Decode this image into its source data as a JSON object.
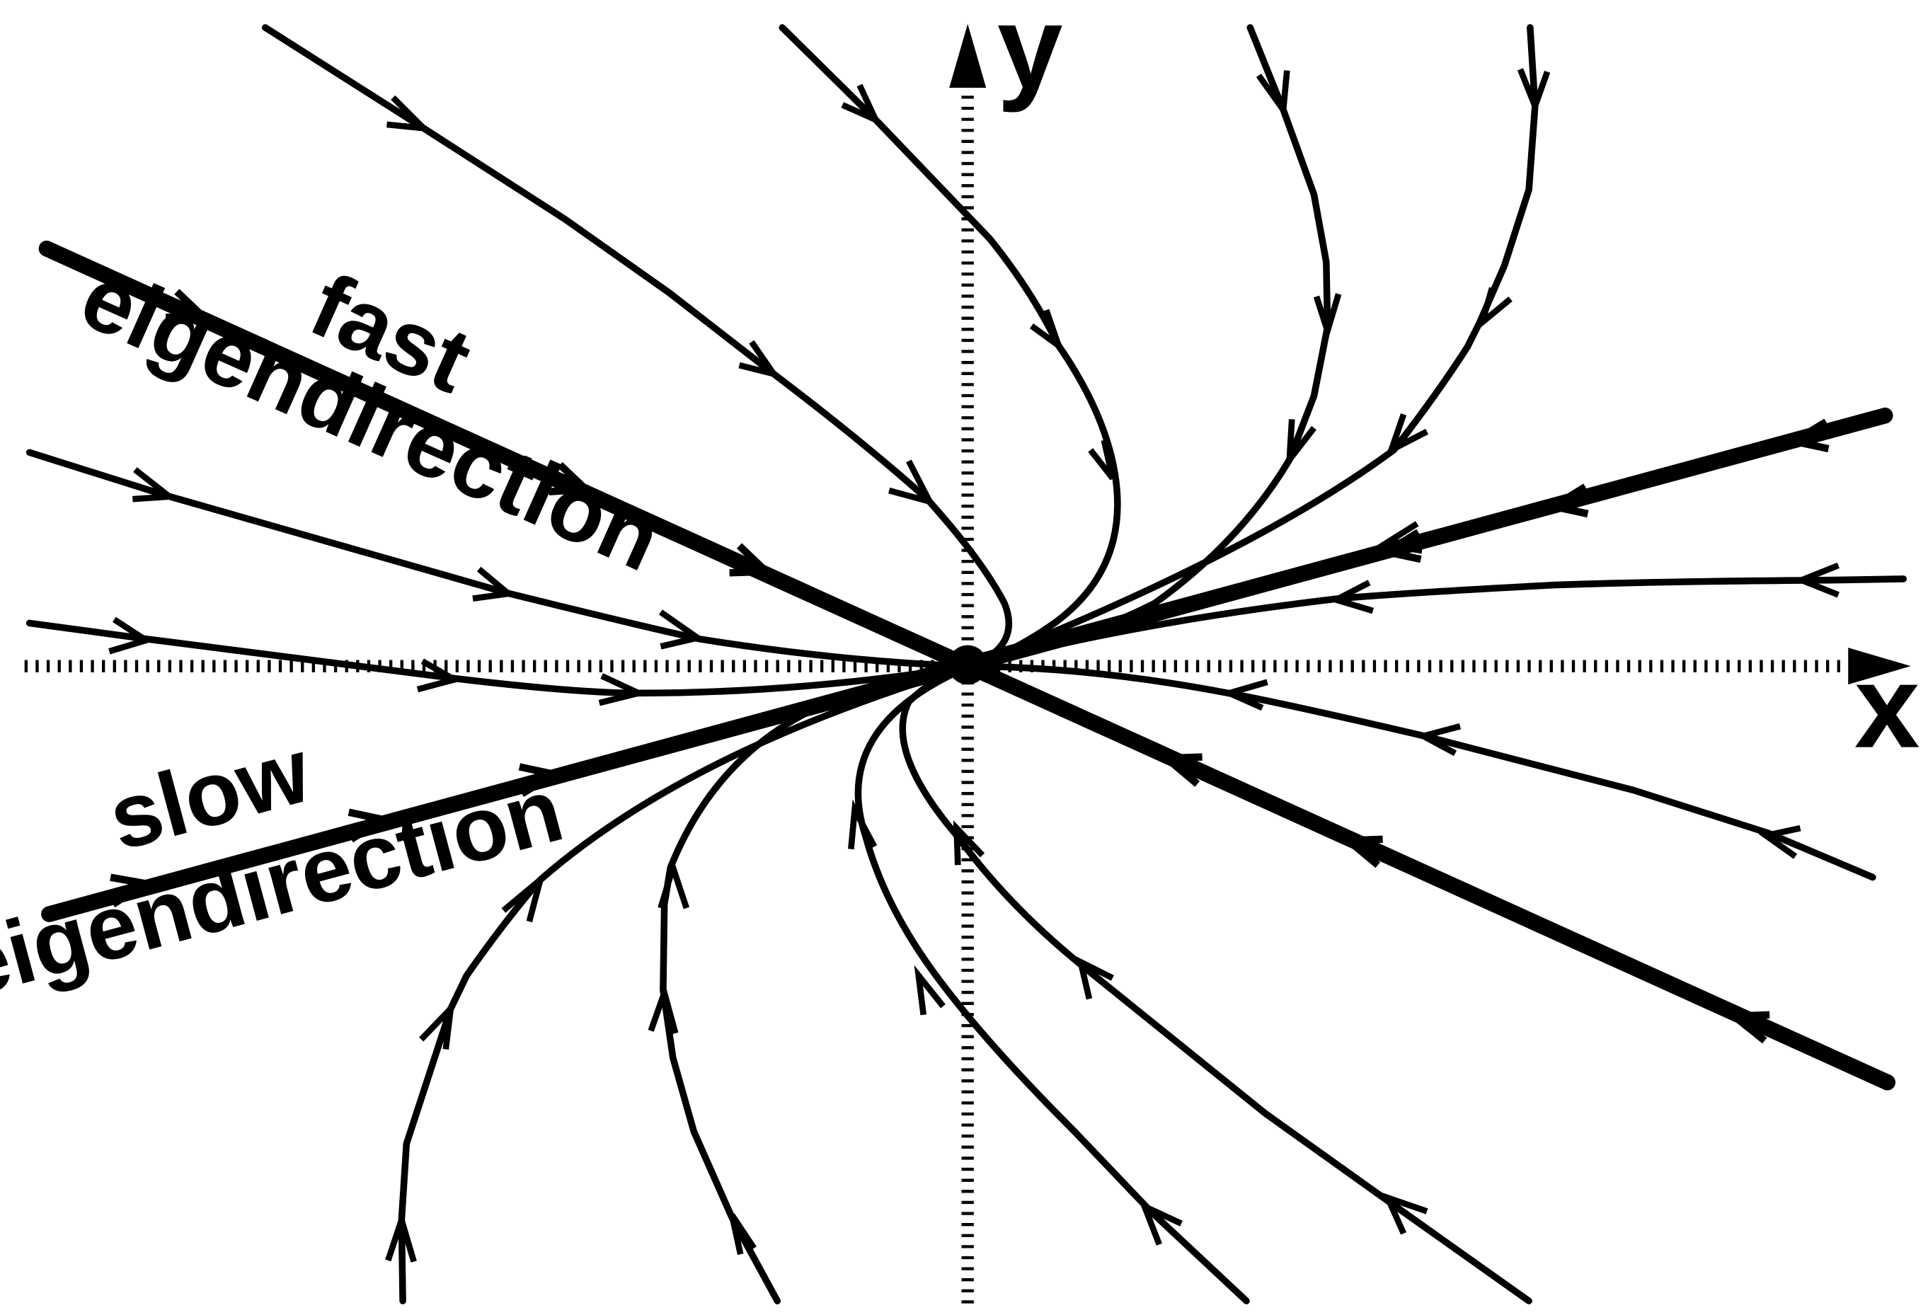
{
  "axes": {
    "x_label": "x",
    "y_label": "y"
  },
  "labels": {
    "fast_line1": "fast",
    "fast_line2": "eigendirection",
    "slow_line1": "slow",
    "slow_line2": "eigendirection"
  },
  "colors": {
    "ink": "#000000",
    "background": "#ffffff"
  }
}
